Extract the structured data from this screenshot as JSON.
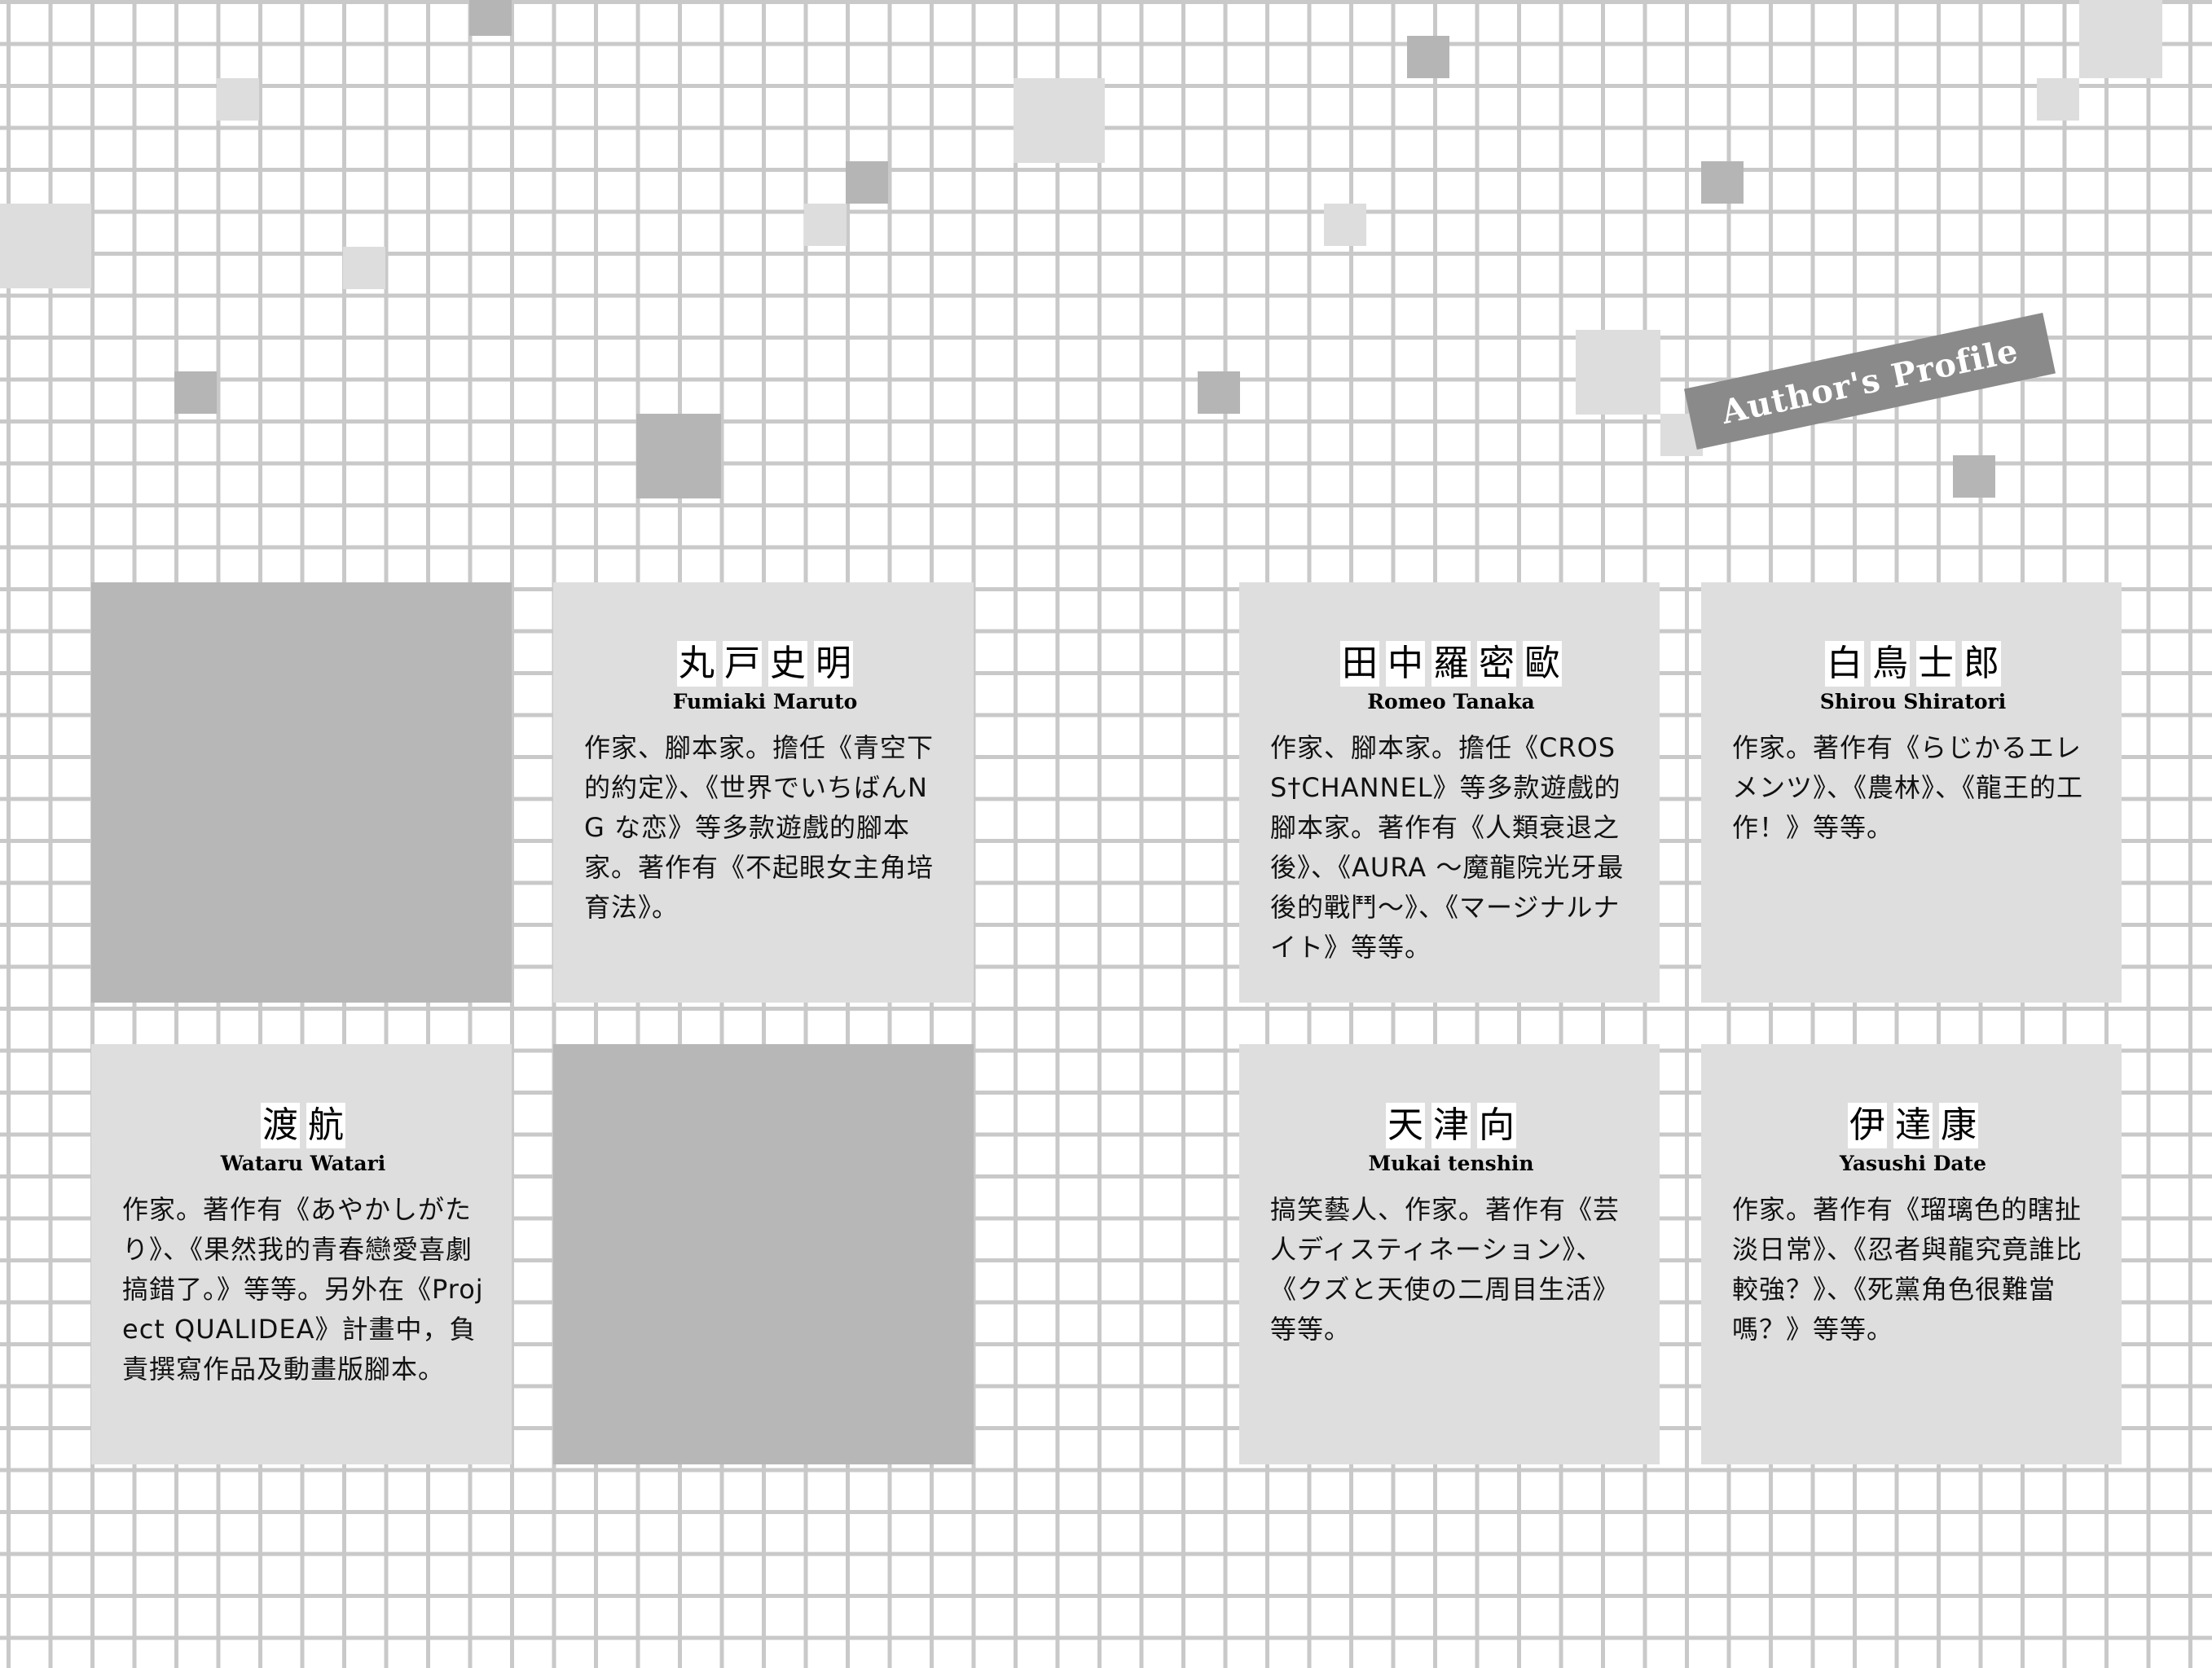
{
  "header": {
    "badge_label": "Author's Profile"
  },
  "authors": [
    {
      "name_cn": [
        "丸",
        "戸",
        "史",
        "明"
      ],
      "name_en": "Fumiaki Maruto",
      "bio": "作家、腳本家。擔任《青空下的約定》、《世界でいちばんNG な恋》等多款遊戲的腳本家。著作有《不起眼女主角培育法》。"
    },
    {
      "name_cn": [
        "田",
        "中",
        "羅",
        "密",
        "歐"
      ],
      "name_en": "Romeo Tanaka",
      "bio": "作家、腳本家。擔任《CROSS†CHANNEL》等多款遊戲的腳本家。著作有《人類衰退之後》、《AURA ～魔龍院光牙最後的戰鬥～》、《マージナルナイト》等等。"
    },
    {
      "name_cn": [
        "白",
        "鳥",
        "士",
        "郎"
      ],
      "name_en": "Shirou Shiratori",
      "bio": "作家。著作有《らじかるエレメンツ》、《農林》、《龍王的工作！》等等。"
    },
    {
      "name_cn": [
        "渡",
        "航"
      ],
      "name_en": "Wataru Watari",
      "bio": "作家。著作有《あやかしがたり》、《果然我的青春戀愛喜劇搞錯了。》等等。另外在《Project QUALIDEA》計畫中，負責撰寫作品及動畫版腳本。"
    },
    {
      "name_cn": [
        "天",
        "津",
        "向"
      ],
      "name_en": "Mukai tenshin",
      "bio": "搞笑藝人、作家。著作有《芸人ディスティネーション》、《クズと天使の二周目生活》等等。"
    },
    {
      "name_cn": [
        "伊",
        "達",
        "康"
      ],
      "name_en": "Yasushi Date",
      "bio": "作家。著作有《瑠璃色的瞎扯淡日常》、《忍者與龍究竟誰比較強？》、《死黨角色很難當嗎？》等等。"
    }
  ]
}
